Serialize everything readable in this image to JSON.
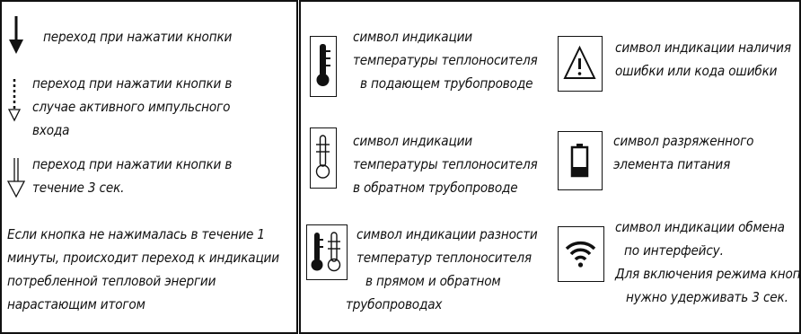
{
  "legend": {
    "arrow_solid": {
      "icon": "solid-down-arrow-icon",
      "text": "переход при нажатии кнопки"
    },
    "arrow_dashed": {
      "icon": "dashed-down-arrow-icon",
      "lines": [
        "переход при нажатии кнопки в",
        "случае активного импульсного",
        "входа"
      ]
    },
    "arrow_hollow": {
      "icon": "hollow-down-arrow-icon",
      "lines": [
        "переход при нажатии кнопки в",
        "течение 3 сек."
      ]
    },
    "note": [
      "Если кнопка не нажималась в течение 1",
      "минуты, происходит переход к индикации",
      "потребленной тепловой энергии",
      "нарастающим итогом"
    ]
  },
  "symbols": {
    "supply_temp": {
      "icon": "supply-thermometer-icon",
      "lines": [
        "символ индикации",
        "температуры теплоносителя",
        "в подающем трубопроводе"
      ]
    },
    "return_temp": {
      "icon": "return-thermometer-icon",
      "lines": [
        "символ индикации",
        "температуры теплоносителя",
        "в обратном трубопроводе"
      ]
    },
    "temp_diff": {
      "icon": "temperature-difference-icon",
      "lines": [
        "символ индикации разности",
        "температур теплоносителя",
        "в прямом и обратном",
        "трубопроводах"
      ]
    },
    "error": {
      "icon": "warning-icon",
      "lines": [
        "символ индикации наличия",
        "ошибки или кода ошибки"
      ]
    },
    "battery": {
      "icon": "low-battery-icon",
      "lines": [
        "символ разряженного",
        "элемента питания"
      ]
    },
    "exchange": {
      "icon": "wireless-exchange-icon",
      "lines": [
        "символ индикации обмена",
        "по интерфейсу.",
        "Для включения режима кнопку",
        "нужно удерживать 3 сек."
      ]
    }
  }
}
